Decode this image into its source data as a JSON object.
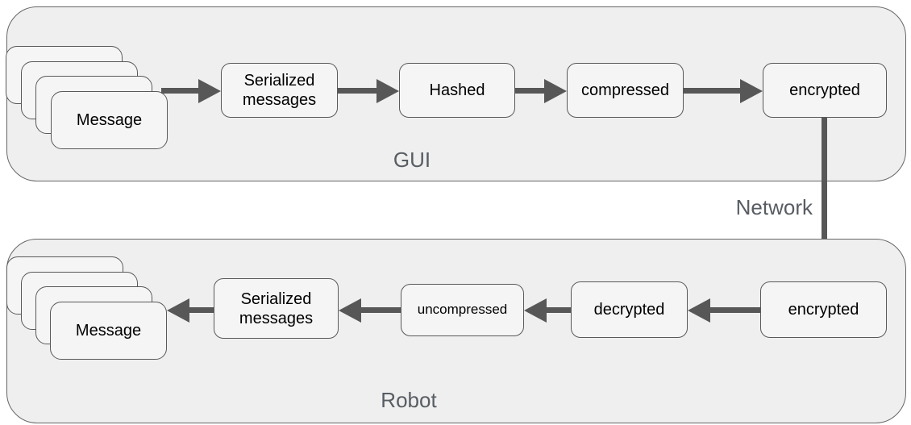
{
  "colors": {
    "container_fill": "#efefef",
    "container_border": "#666666",
    "node_fill": "#f5f5f5",
    "node_border": "#595959",
    "arrow": "#575757",
    "label_text": "#000000",
    "container_label": "#585d63"
  },
  "gui": {
    "label": "GUI",
    "stack_label": "Message",
    "nodes": [
      {
        "label": "Serialized messages"
      },
      {
        "label": "Hashed"
      },
      {
        "label": "compressed"
      },
      {
        "label": "encrypted"
      }
    ]
  },
  "network": {
    "label": "Network"
  },
  "robot": {
    "label": "Robot",
    "stack_label": "Message",
    "nodes": [
      {
        "label": "encrypted"
      },
      {
        "label": "decrypted"
      },
      {
        "label": "uncompressed"
      },
      {
        "label": "Serialized messages"
      }
    ]
  },
  "flows": [
    "GUI: Message -> Serialized messages -> Hashed -> compressed -> encrypted",
    "Network: encrypted (GUI) -> encrypted (Robot)",
    "Robot: encrypted -> decrypted -> uncompressed -> Serialized messages -> Message"
  ]
}
